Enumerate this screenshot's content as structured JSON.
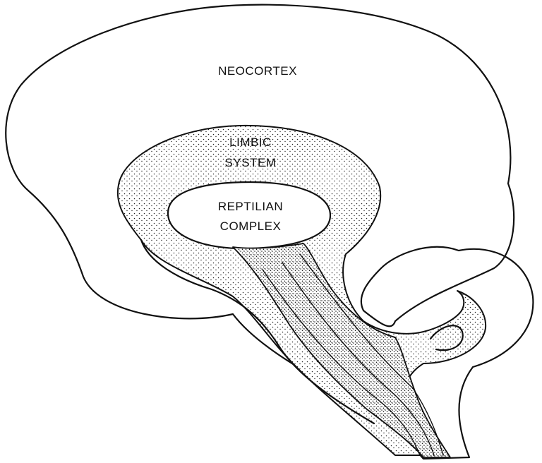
{
  "diagram": {
    "labels": {
      "neocortex": "NEOCORTEX",
      "limbic_line1": "LIMBIC",
      "limbic_line2": "SYSTEM",
      "reptilian_line1": "REPTILIAN",
      "reptilian_line2": "COMPLEX"
    }
  }
}
